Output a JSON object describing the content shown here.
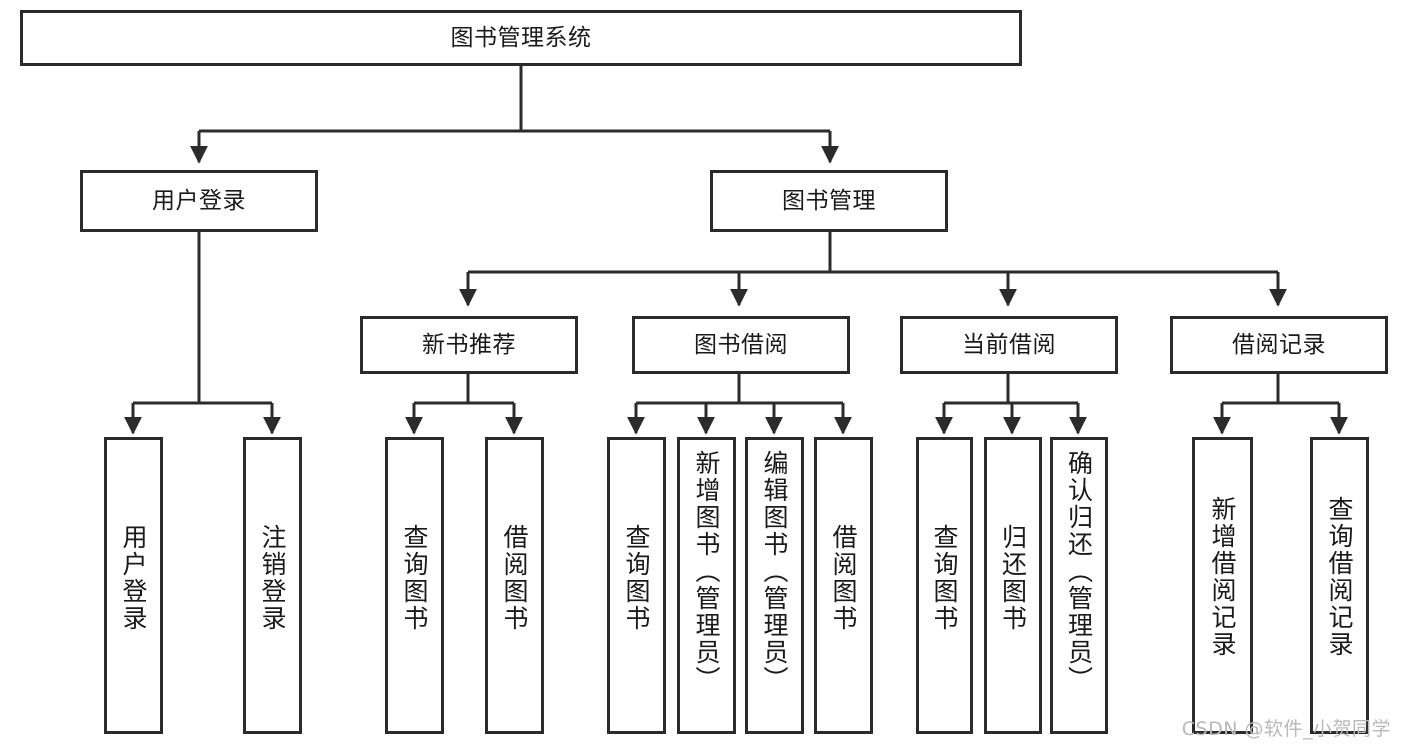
{
  "diagram": {
    "title": "图书管理系统",
    "watermark": "CSDN @软件_小贺同学",
    "accent_color": "#2b2b2b",
    "background_color": "#ffffff",
    "text_color": "#1a1a1a",
    "watermark_color": "#b9b9b9"
  },
  "nodes": {
    "root": {
      "label": "图书管理系统"
    },
    "level2": [
      {
        "label": "用户登录"
      },
      {
        "label": "图书管理"
      }
    ],
    "level3": [
      {
        "label": "新书推荐"
      },
      {
        "label": "图书借阅"
      },
      {
        "label": "当前借阅"
      },
      {
        "label": "借阅记录"
      }
    ],
    "leaves": {
      "user_login": [
        {
          "label": "用户登录"
        },
        {
          "label": "注销登录"
        }
      ],
      "new_book": [
        {
          "label": "查询图书"
        },
        {
          "label": "借阅图书"
        }
      ],
      "book_borrow": [
        {
          "label": "查询图书"
        },
        {
          "label": "新增图书（管理员）"
        },
        {
          "label": "编辑图书（管理员）"
        },
        {
          "label": "借阅图书"
        }
      ],
      "current_borrow": [
        {
          "label": "查询图书"
        },
        {
          "label": "归还图书"
        },
        {
          "label": "确认归还（管理员）"
        }
      ],
      "borrow_record": [
        {
          "label": "新增借阅记录"
        },
        {
          "label": "查询借阅记录"
        }
      ]
    }
  },
  "chart_data": {
    "type": "table",
    "title": "图书管理系统",
    "hierarchy": [
      {
        "label": "图书管理系统",
        "level": 1,
        "children": [
          {
            "label": "用户登录",
            "level": 2,
            "children": [
              {
                "label": "用户登录",
                "level": 3
              },
              {
                "label": "注销登录",
                "level": 3
              }
            ]
          },
          {
            "label": "图书管理",
            "level": 2,
            "children": [
              {
                "label": "新书推荐",
                "level": 3,
                "children": [
                  {
                    "label": "查询图书",
                    "level": 4
                  },
                  {
                    "label": "借阅图书",
                    "level": 4
                  }
                ]
              },
              {
                "label": "图书借阅",
                "level": 3,
                "children": [
                  {
                    "label": "查询图书",
                    "level": 4
                  },
                  {
                    "label": "新增图书（管理员）",
                    "level": 4
                  },
                  {
                    "label": "编辑图书（管理员）",
                    "level": 4
                  },
                  {
                    "label": "借阅图书",
                    "level": 4
                  }
                ]
              },
              {
                "label": "当前借阅",
                "level": 3,
                "children": [
                  {
                    "label": "查询图书",
                    "level": 4
                  },
                  {
                    "label": "归还图书",
                    "level": 4
                  },
                  {
                    "label": "确认归还（管理员）",
                    "level": 4
                  }
                ]
              },
              {
                "label": "借阅记录",
                "level": 3,
                "children": [
                  {
                    "label": "新增借阅记录",
                    "level": 4
                  },
                  {
                    "label": "查询借阅记录",
                    "level": 4
                  }
                ]
              }
            ]
          }
        ]
      }
    ]
  }
}
